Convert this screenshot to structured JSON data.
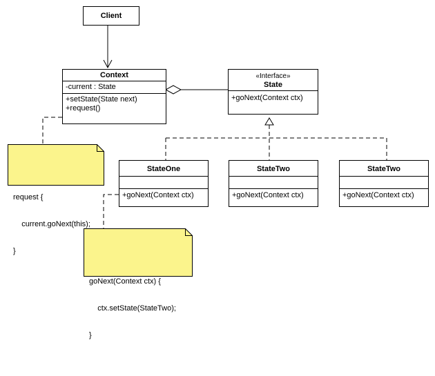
{
  "colors": {
    "note_fill": "#fbf48c",
    "line": "#000000"
  },
  "classes": {
    "client": {
      "name": "Client"
    },
    "context": {
      "name": "Context",
      "attribute": "-current : State",
      "methods": [
        "+setState(State next)",
        "+request()"
      ]
    },
    "state": {
      "stereotype": "«Interface»",
      "name": "State",
      "method": "+goNext(Context ctx)"
    },
    "state_one": {
      "name": "StateOne",
      "method": "+goNext(Context ctx)"
    },
    "state_two_a": {
      "name": "StateTwo",
      "method": "+goNext(Context ctx)"
    },
    "state_two_b": {
      "name": "StateTwo",
      "method": "+goNext(Context ctx)"
    }
  },
  "notes": {
    "request": [
      "request {",
      "    current.goNext(this);",
      "}"
    ],
    "gonext": [
      "goNext(Context ctx) {",
      "    ctx.setState(StateTwo);",
      "}"
    ]
  }
}
